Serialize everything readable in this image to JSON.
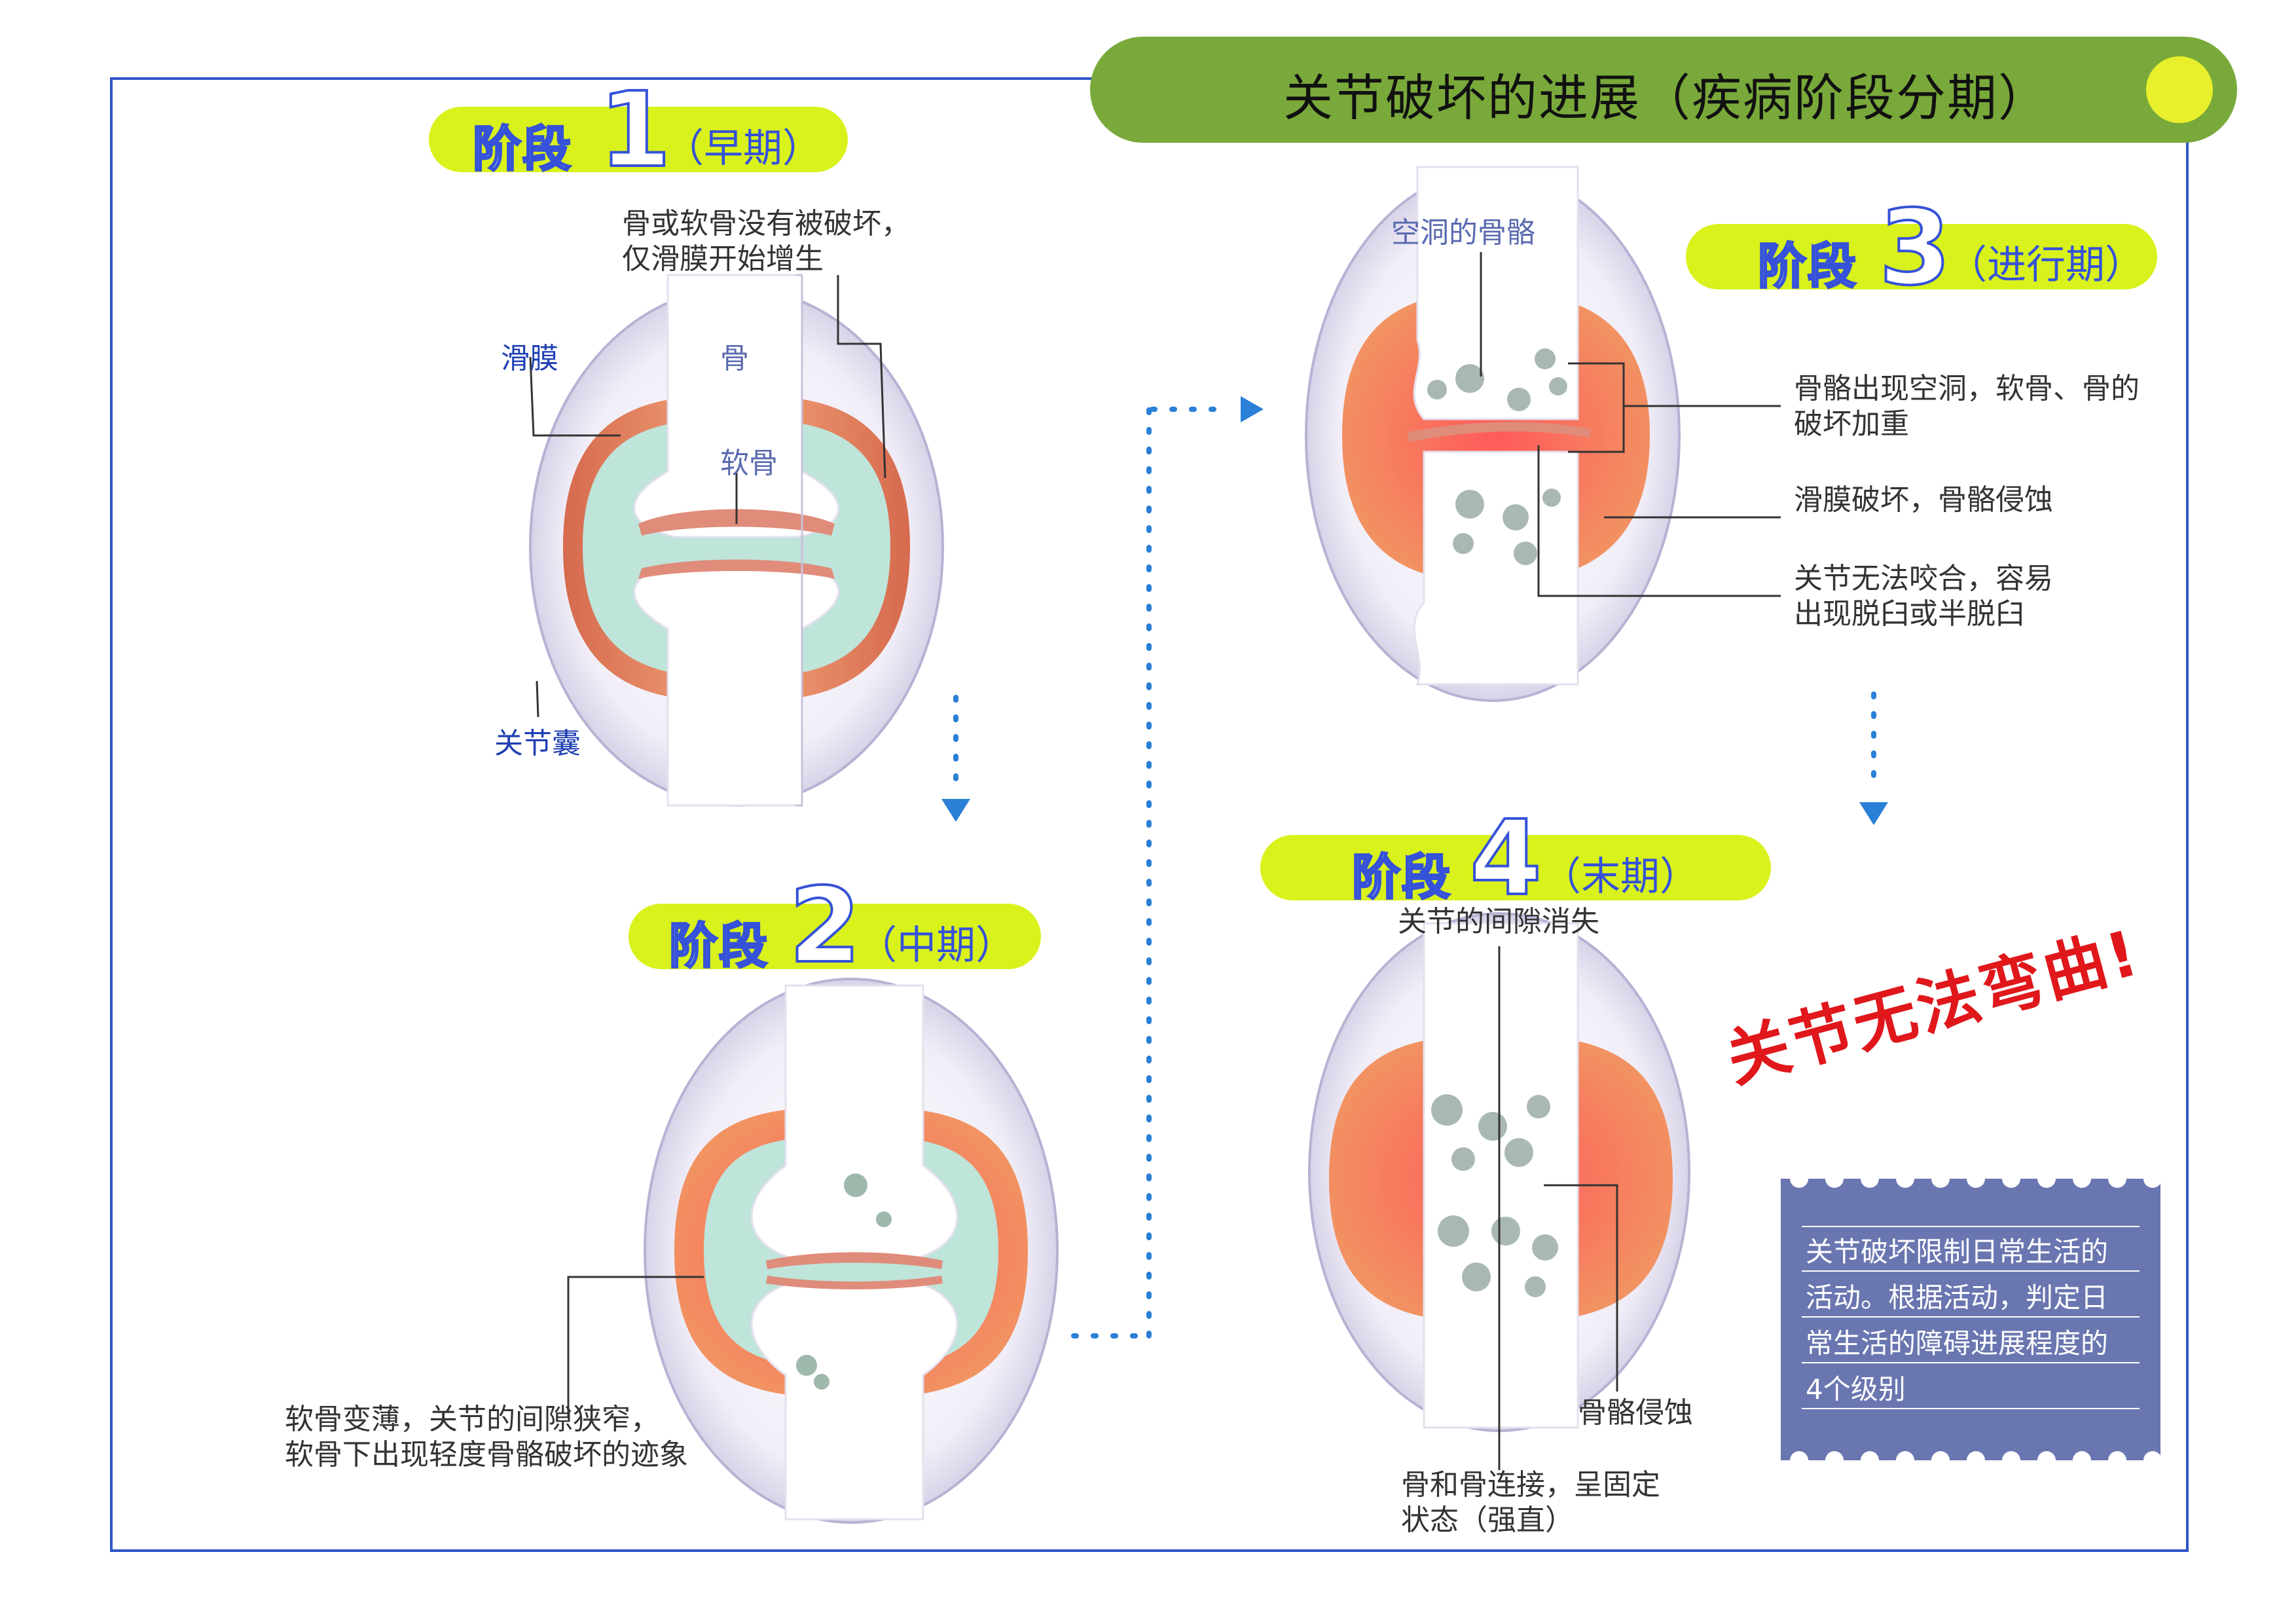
{
  "title": "关节破坏的进展（疾病阶段分期）",
  "exclaim": "关节无法弯曲!",
  "stages": [
    {
      "word": "阶段",
      "num": "1",
      "sub": "（早期）"
    },
    {
      "word": "阶段",
      "num": "2",
      "sub": "（中期）"
    },
    {
      "word": "阶段",
      "num": "3",
      "sub": "（进行期）"
    },
    {
      "word": "阶段",
      "num": "4",
      "sub": "（末期）"
    }
  ],
  "labels": {
    "s1_note_1": "骨或软骨没有被破坏，",
    "s1_note_2": "仅滑膜开始增生",
    "synovium": "滑膜",
    "bone": "骨",
    "cartilage": "软骨",
    "capsule": "关节囊",
    "s2_note_1": "软骨变薄，关节的间隙狭窄，",
    "s2_note_2": "软骨下出现轻度骨骼破坏的迹象",
    "s3_hollow": "空洞的骨骼",
    "s3_note_a1": "骨骼出现空洞，软骨、骨的",
    "s3_note_a2": "破坏加重",
    "s3_note_b": "滑膜破坏，骨骼侵蚀",
    "s3_note_c1": "关节无法咬合，容易",
    "s3_note_c2": "出现脱臼或半脱臼",
    "s4_gap": "关节的间隙消失",
    "s4_erosion": "骨骼侵蚀",
    "s4_note_1": "骨和骨连接，呈固定",
    "s4_note_2": "状态（强直）"
  },
  "note_box": [
    "关节破坏限制日常生活的",
    "活动。根据活动，判定日",
    "常生活的障碍进展程度的",
    "4个级别"
  ],
  "colors": {
    "green": "#79a93a",
    "lime": "#d9f21c",
    "blue": "#2f55c8",
    "red": "#e0171b",
    "box": "#6a76b0"
  }
}
